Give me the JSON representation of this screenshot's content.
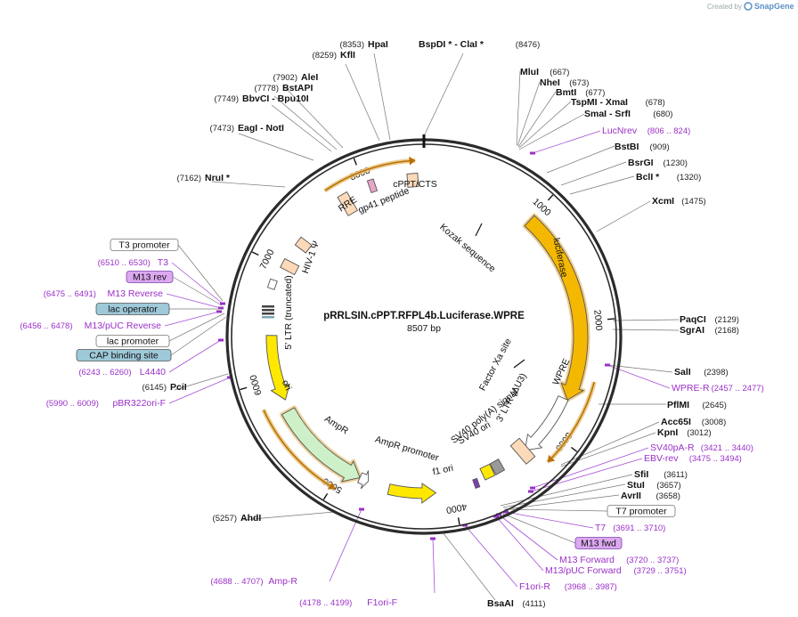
{
  "plasmid": {
    "name": "pRRLSIN.cPPT.RFPL4b.Luciferase.WPRE",
    "length_label": "8507 bp",
    "length": 8507
  },
  "branding": {
    "created_by": "Created by",
    "name": "SnapGene"
  },
  "ticks": [
    "1000",
    "2000",
    "3000",
    "4000",
    "5000",
    "6000",
    "7000",
    "8000"
  ],
  "restriction_sites": [
    {
      "name": "BspDI * - ClaI *",
      "pos": "(8476)"
    },
    {
      "name": "HpaI",
      "pos": "(8353)"
    },
    {
      "name": "KflI",
      "pos": "(8259)"
    },
    {
      "name": "AleI",
      "pos": "(7902)"
    },
    {
      "name": "BstAPI",
      "pos": "(7778)"
    },
    {
      "name": "BbvCI - Bpu10I",
      "pos": "(7749)"
    },
    {
      "name": "EagI - NotI",
      "pos": "(7473)"
    },
    {
      "name": "NruI *",
      "pos": "(7162)"
    },
    {
      "name": "PciI",
      "pos": "(6145)"
    },
    {
      "name": "AhdI",
      "pos": "(5257)"
    },
    {
      "name": "BsaAI",
      "pos": "(4111)"
    },
    {
      "name": "AvrII",
      "pos": "(3658)"
    },
    {
      "name": "StuI",
      "pos": "(3657)"
    },
    {
      "name": "SfiI",
      "pos": "(3611)"
    },
    {
      "name": "KpnI",
      "pos": "(3012)"
    },
    {
      "name": "Acc65I",
      "pos": "(3008)"
    },
    {
      "name": "PflMI",
      "pos": "(2645)"
    },
    {
      "name": "SalI",
      "pos": "(2398)"
    },
    {
      "name": "SgrAI",
      "pos": "(2168)"
    },
    {
      "name": "PaqCI",
      "pos": "(2129)"
    },
    {
      "name": "XcmI",
      "pos": "(1475)"
    },
    {
      "name": "BclI *",
      "pos": "(1320)"
    },
    {
      "name": "BsrGI",
      "pos": "(1230)"
    },
    {
      "name": "BstBI",
      "pos": "(909)"
    },
    {
      "name": "SmaI - SrfI",
      "pos": "(680)"
    },
    {
      "name": "TspMI - XmaI",
      "pos": "(678)"
    },
    {
      "name": "BmtI",
      "pos": "(677)"
    },
    {
      "name": "NheI",
      "pos": "(673)"
    },
    {
      "name": "MluI",
      "pos": "(667)"
    }
  ],
  "primers": [
    {
      "name": "LucNrev",
      "range": "(806 .. 824)"
    },
    {
      "name": "WPRE-R",
      "range": "(2457 .. 2477)"
    },
    {
      "name": "SV40pA-R",
      "range": "(3421 .. 3440)"
    },
    {
      "name": "EBV-rev",
      "range": "(3475 .. 3494)"
    },
    {
      "name": "T7",
      "range": "(3691 .. 3710)"
    },
    {
      "name": "M13 Forward",
      "range": "(3720 .. 3737)"
    },
    {
      "name": "M13/pUC Forward",
      "range": "(3729 .. 3751)"
    },
    {
      "name": "F1ori-R",
      "range": "(3968 .. 3987)"
    },
    {
      "name": "F1ori-F",
      "range": "(4178 .. 4199)"
    },
    {
      "name": "Amp-R",
      "range": "(4688 .. 4707)"
    },
    {
      "name": "pBR322ori-F",
      "range": "(5990 .. 6009)"
    },
    {
      "name": "L4440",
      "range": "(6243 .. 6260)"
    },
    {
      "name": "M13/pUC Reverse",
      "range": "(6456 .. 6478)"
    },
    {
      "name": "M13 Reverse",
      "range": "(6475 .. 6491)"
    },
    {
      "name": "T3",
      "range": "(6510 .. 6530)"
    }
  ],
  "boxed_labels": [
    {
      "name": "T3 promoter",
      "style": "promoter"
    },
    {
      "name": "M13 rev",
      "style": "primer-box"
    },
    {
      "name": "lac operator",
      "style": "protein-bind"
    },
    {
      "name": "lac promoter",
      "style": "promoter"
    },
    {
      "name": "CAP binding site",
      "style": "protein-bind"
    },
    {
      "name": "T7 promoter",
      "style": "promoter"
    },
    {
      "name": "M13 fwd",
      "style": "primer-box"
    }
  ],
  "features": [
    {
      "name": "luciferase"
    },
    {
      "name": "WPRE"
    },
    {
      "name": "3' LTR (ΔU3)"
    },
    {
      "name": "SV40 poly(A) signal"
    },
    {
      "name": "SV40 ori"
    },
    {
      "name": "f1 ori"
    },
    {
      "name": "AmpR promoter"
    },
    {
      "name": "AmpR"
    },
    {
      "name": "ori"
    },
    {
      "name": "5' LTR (truncated)"
    },
    {
      "name": "HIV-1 Ψ"
    },
    {
      "name": "RRE"
    },
    {
      "name": "gp41 peptide"
    },
    {
      "name": "cPPT/CTS"
    },
    {
      "name": "Kozak sequence"
    },
    {
      "name": "Factor Xa site"
    }
  ],
  "colors": {
    "backbone": "#2b2b2b",
    "luciferase": "#f5b800",
    "outline_glow": "#e8c27a",
    "ampr": "#cdf0c8",
    "ori_yellow": "#ffe800",
    "ltr": "#fcd9b8",
    "wpre": "#ffffff",
    "primer": "#9b30c8",
    "lac_box": "#9ec9d9",
    "primer_box": "#dca8f0"
  }
}
